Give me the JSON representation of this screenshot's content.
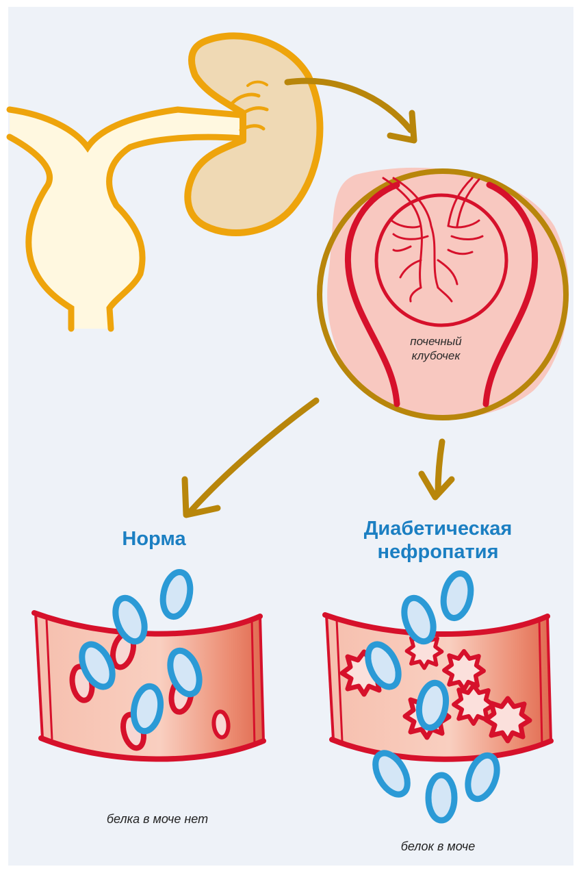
{
  "labels": {
    "glomerulus_line1": "почечный",
    "glomerulus_line2": "клубочек",
    "normal_title": "Норма",
    "neph_title_line1": "Диабетическая",
    "neph_title_line2": "нефропатия",
    "normal_caption": "белка в моче нет",
    "neph_caption": "белок в моче"
  },
  "colors": {
    "background": "#eef2f8",
    "kidney_outline": "#eea40c",
    "kidney_fill": "#efd9b4",
    "ureter_fill": "#fff8e0",
    "arrow": "#b8860b",
    "vessel_red": "#d6112b",
    "glomerulus_pink": "#f8c8c0",
    "protein_blue": "#2b9ad6",
    "protein_fill": "#d4e6f6",
    "heading_blue": "#1b7fc2"
  }
}
